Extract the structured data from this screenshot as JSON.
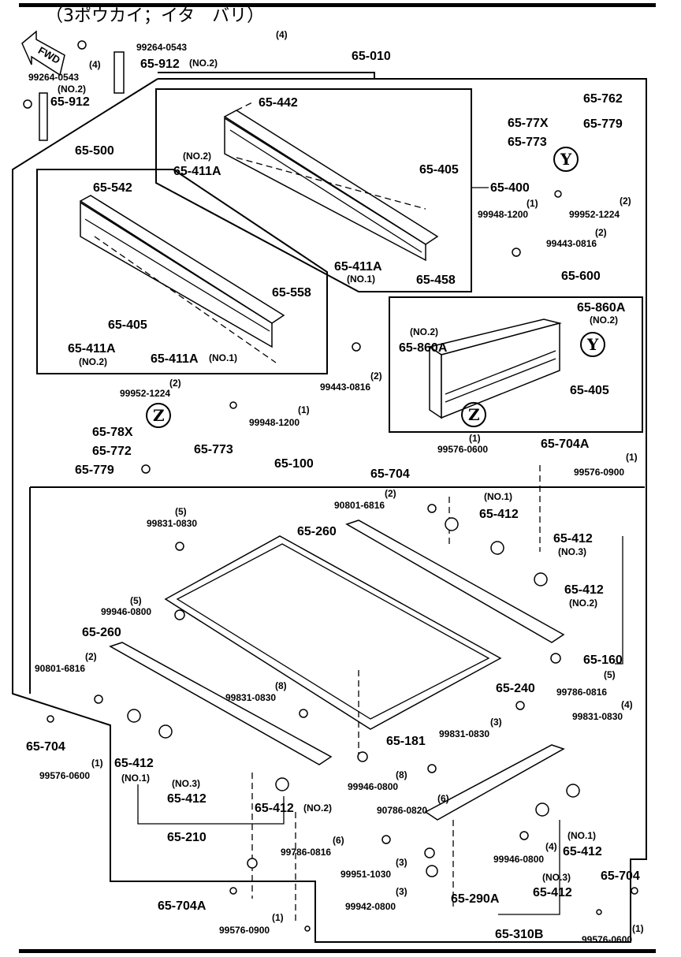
{
  "header": {
    "title": "（3ポウカイ；イタ　バリ）"
  },
  "fwd_arrow": "FWD",
  "callouts": [
    "Y",
    "Y",
    "Z",
    "Z"
  ],
  "labels": [
    "(4)",
    "99264-0543",
    "(4)",
    "65-912",
    "(NO.2)",
    "99264-0543",
    "(NO.2)",
    "65-912",
    "65-010",
    "65-442",
    "65-762",
    "65-77X",
    "65-779",
    "65-773",
    "(NO.2)",
    "65-411A",
    "65-500",
    "65-542",
    "65-405",
    "65-400",
    "(1)",
    "99948-1200",
    "(2)",
    "99952-1224",
    "(2)",
    "99443-0816",
    "65-411A",
    "(NO.1)",
    "65-458",
    "65-600",
    "65-558",
    "65-860A",
    "(NO.2)",
    "65-405",
    "(NO.2)",
    "65-860A",
    "65-411A",
    "(NO.2)",
    "65-411A",
    "(NO.1)",
    "(2)",
    "99443-0816",
    "65-405",
    "(2)",
    "99952-1224",
    "(1)",
    "99948-1200",
    "65-78X",
    "65-772",
    "65-773",
    "65-779",
    "(1)",
    "99576-0600",
    "65-704A",
    "(1)",
    "99576-0900",
    "65-100",
    "65-704",
    "(2)",
    "90801-6816",
    "(NO.1)",
    "65-412",
    "(5)",
    "99831-0830",
    "65-260",
    "65-412",
    "(NO.3)",
    "(5)",
    "99946-0800",
    "65-412",
    "(NO.2)",
    "65-260",
    "(2)",
    "90801-6816",
    "65-160",
    "(5)",
    "99786-0816",
    "(8)",
    "99831-0830",
    "65-240",
    "(4)",
    "99831-0830",
    "(3)",
    "99831-0830",
    "65-181",
    "65-704",
    "(8)",
    "99946-0800",
    "65-412",
    "(1)",
    "99576-0600",
    "(NO.1)",
    "(NO.3)",
    "(6)",
    "90786-0820",
    "65-412",
    "65-412",
    "(NO.2)",
    "(NO.1)",
    "65-412",
    "65-210",
    "(6)",
    "99786-0816",
    "(4)",
    "99946-0800",
    "(3)",
    "99951-1030",
    "65-704",
    "(NO.3)",
    "65-412",
    "(3)",
    "99942-0800",
    "65-290A",
    "65-704A",
    "(1)",
    "99576-0900",
    "65-310B",
    "(1)",
    "99576-0600"
  ]
}
